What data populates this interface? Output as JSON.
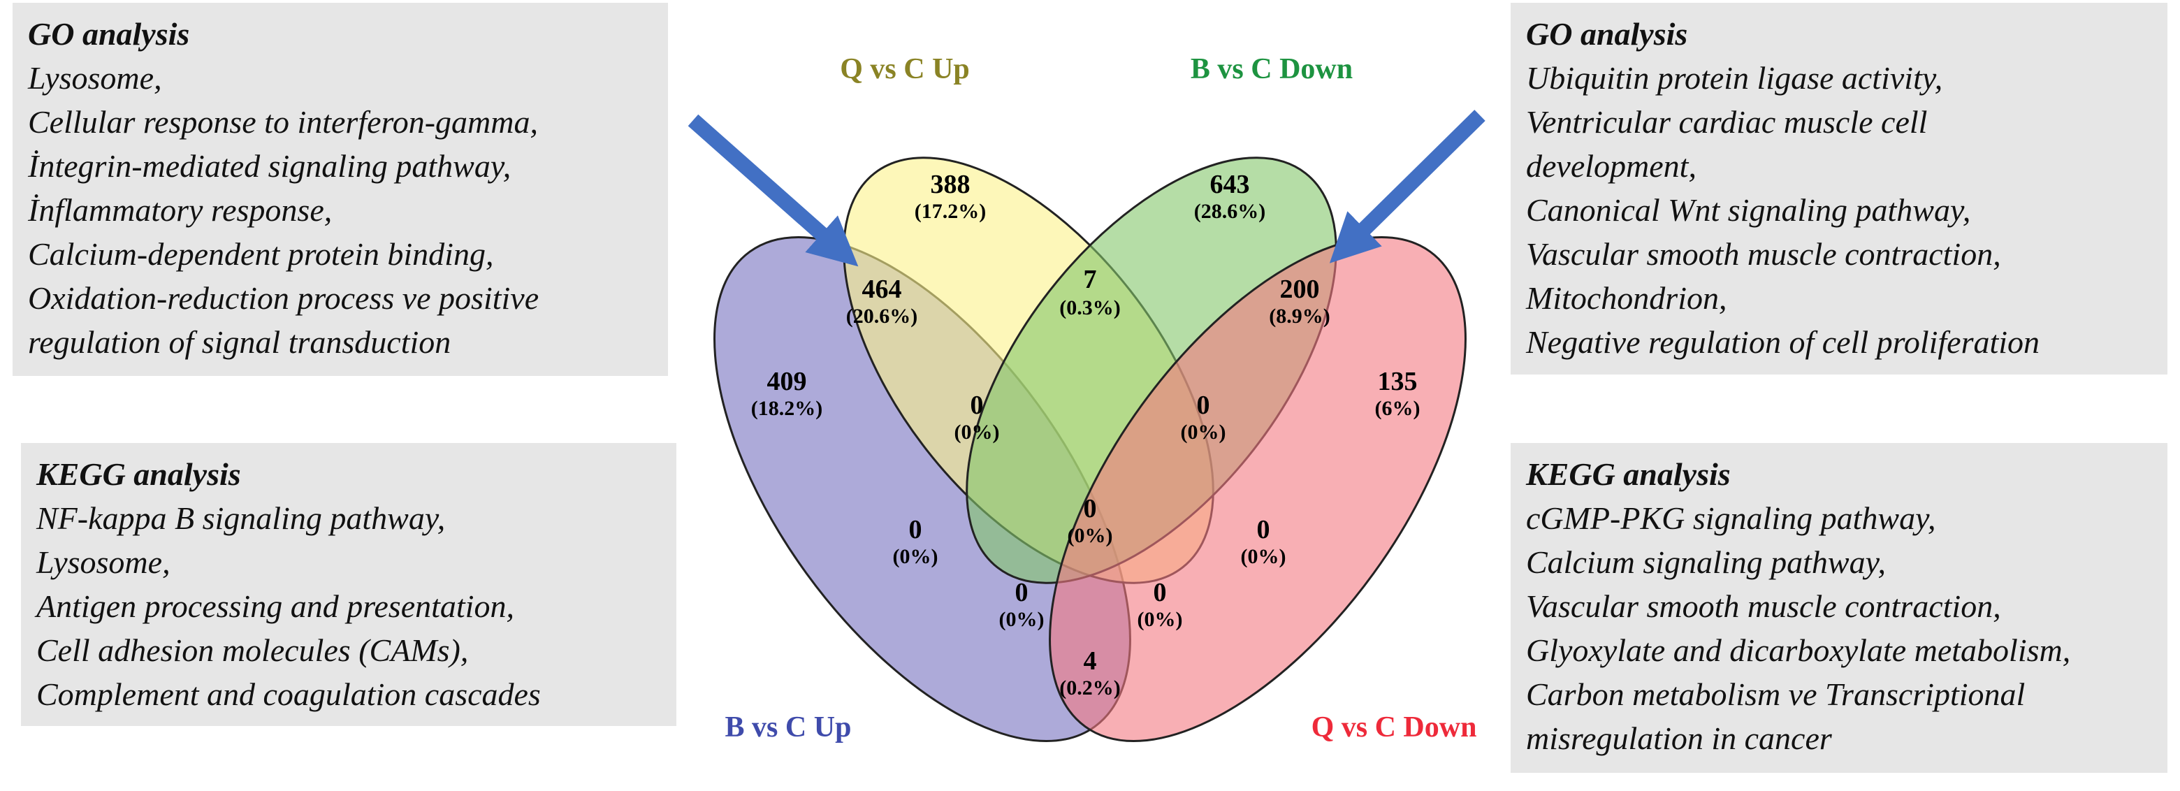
{
  "venn": {
    "sets": [
      {
        "name": "B vs C Up",
        "color": "#3f4bab"
      },
      {
        "name": "Q vs C Up",
        "color": "#8a8325"
      },
      {
        "name": "B vs C Down",
        "color": "#1d9340"
      },
      {
        "name": "Q vs C Down",
        "color": "#ee2a3a"
      }
    ],
    "regions": {
      "q_up_only": {
        "count": "388",
        "pct": "(17.2%)"
      },
      "b_down_only": {
        "count": "643",
        "pct": "(28.6%)"
      },
      "b_up_q_up": {
        "count": "464",
        "pct": "(20.6%)"
      },
      "q_up_b_down": {
        "count": "7",
        "pct": "(0.3%)"
      },
      "b_down_q_down": {
        "count": "200",
        "pct": "(8.9%)"
      },
      "b_up_only": {
        "count": "409",
        "pct": "(18.2%)"
      },
      "q_down_only": {
        "count": "135",
        "pct": "(6%)"
      },
      "b_up_q_up_b_down": {
        "count": "0",
        "pct": "(0%)"
      },
      "q_up_b_down_q_down": {
        "count": "0",
        "pct": "(0%)"
      },
      "all_four": {
        "count": "0",
        "pct": "(0%)"
      },
      "b_up_b_down": {
        "count": "0",
        "pct": "(0%)"
      },
      "q_up_q_down": {
        "count": "0",
        "pct": "(0%)"
      },
      "b_up_b_down_q_down": {
        "count": "0",
        "pct": "(0%)"
      },
      "b_up_q_up_q_down": {
        "count": "0",
        "pct": "(0%)"
      },
      "b_up_q_down": {
        "count": "4",
        "pct": "(0.2%)"
      }
    }
  },
  "panels": {
    "top_left": {
      "title": "GO analysis",
      "items": [
        "Lysosome,",
        "Cellular response to interferon-gamma,",
        "İntegrin-mediated signaling pathway,",
        "İnflammatory response,",
        "Calcium-dependent protein binding,",
        "Oxidation-reduction process ve positive",
        "regulation of signal transduction"
      ]
    },
    "bottom_left": {
      "title": "KEGG analysis",
      "items": [
        "NF-kappa B signaling pathway,",
        "Lysosome,",
        "Antigen processing and presentation,",
        "Cell adhesion molecules (CAMs),",
        "Complement and coagulation cascades"
      ]
    },
    "top_right": {
      "title": "GO analysis",
      "items": [
        "Ubiquitin protein ligase activity,",
        "Ventricular cardiac muscle cell",
        "development,",
        "Canonical Wnt signaling pathway,",
        "Vascular smooth muscle contraction,",
        "Mitochondrion,",
        "Negative regulation of cell proliferation"
      ]
    },
    "bottom_right": {
      "title": "KEGG analysis",
      "items": [
        "cGMP-PKG signaling pathway,",
        "Calcium signaling pathway,",
        "Vascular smooth muscle contraction,",
        "Glyoxylate and dicarboxylate metabolism,",
        "Carbon metabolism ve Transcriptional",
        "misregulation in cancer"
      ]
    }
  }
}
